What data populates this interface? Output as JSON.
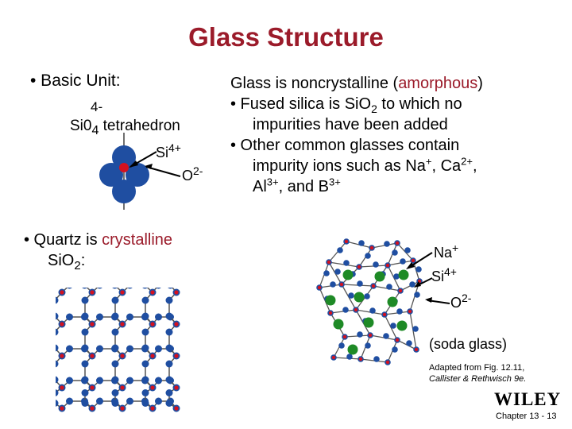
{
  "slide": {
    "title": "Glass Structure",
    "basic_unit_label": "• Basic Unit:",
    "formula": {
      "base": "Si0",
      "subscript": "4",
      "charge": "4-",
      "suffix": " tetrahedron"
    },
    "tetra_labels": {
      "si": "Si",
      "si_charge": "4+",
      "o": "O",
      "o_charge": "2-"
    },
    "right_text": {
      "heading_pre": "Glass is noncrystalline (",
      "heading_accent": "amorphous",
      "heading_post": ")",
      "b1_pre": "• Fused silica is SiO",
      "b1_sub": "2",
      "b1_post": " to which no",
      "b1_line2": "impurities have been added",
      "b2_line1": "• Other common glasses contain",
      "b2_line2_pre": "impurity ions such as Na",
      "na_charge": "+",
      "b2_line2_mid": ", Ca",
      "ca_charge": "2+",
      "b2_line2_post": ",",
      "al": "Al",
      "al_charge": "3+",
      "and_b": ", and B",
      "b_charge": "3+"
    },
    "quartz": {
      "pre": "• Quartz is ",
      "accent": "crystalline",
      "line2_base": "SiO",
      "line2_sub": "2",
      "line2_post": ":"
    },
    "soda_labels": {
      "na": "Na",
      "na_charge": "+",
      "si": "Si",
      "si_charge": "4+",
      "o": "O",
      "o_charge": "2-"
    },
    "soda_caption": "(soda glass)",
    "adapted_line1": "Adapted from Fig. 12.11,",
    "adapted_line2": "Callister & Rethwisch 9e.",
    "publisher": "WILEY",
    "chapter": "Chapter 13 - 13"
  },
  "colors": {
    "title": "#9b1b2a",
    "oxygen": "#1f4ea1",
    "silicon": "#d4111f",
    "sodium": "#1e8a26"
  }
}
